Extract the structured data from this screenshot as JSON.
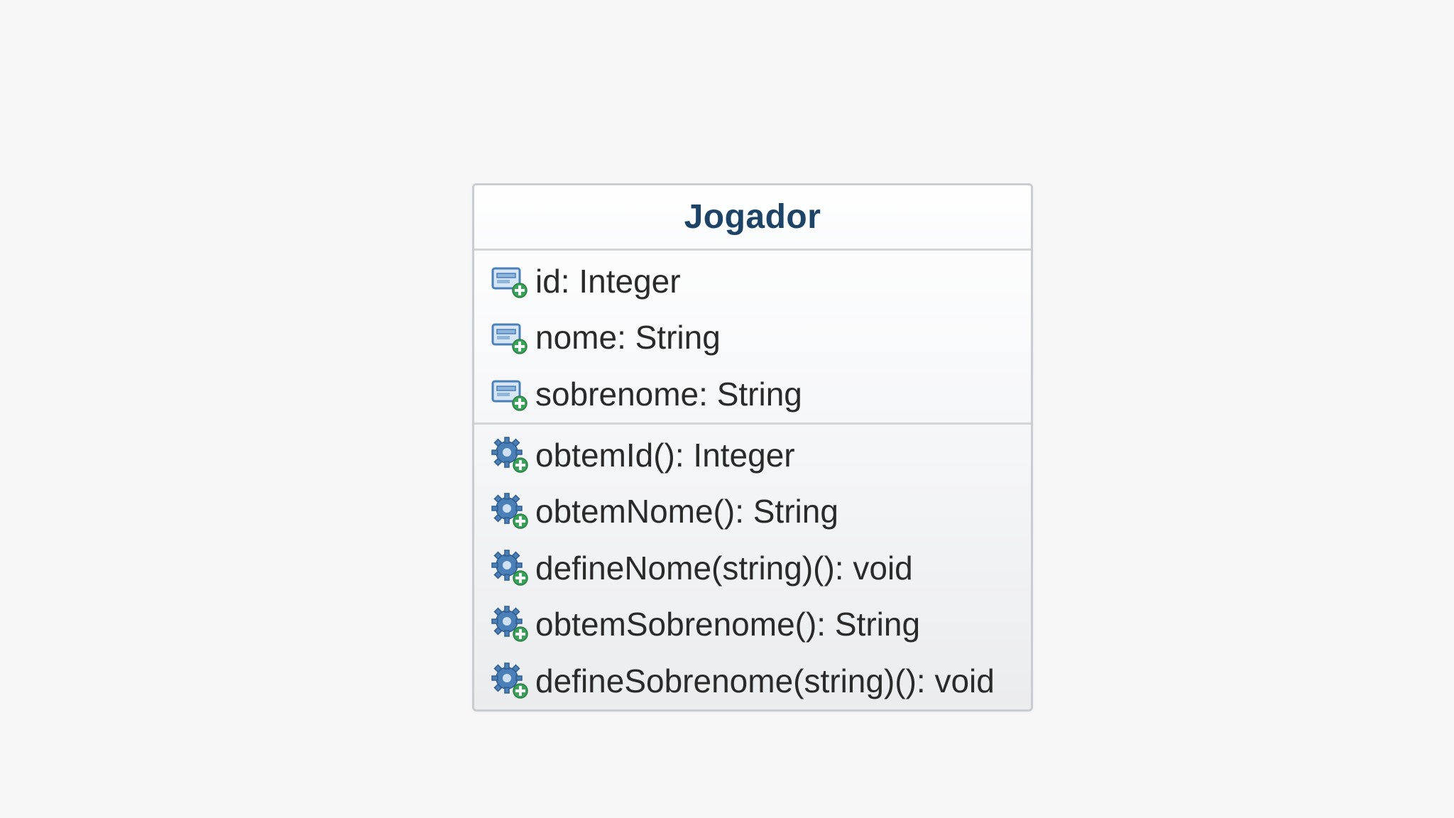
{
  "class_box": {
    "name": "Jogador",
    "attributes": [
      {
        "text": "id: Integer",
        "icon": "public-field-icon"
      },
      {
        "text": "nome: String",
        "icon": "public-field-icon"
      },
      {
        "text": "sobrenome: String",
        "icon": "public-field-icon"
      }
    ],
    "operations": [
      {
        "text": "obtemId(): Integer",
        "icon": "public-method-gear-icon"
      },
      {
        "text": "obtemNome(): String",
        "icon": "public-method-gear-icon"
      },
      {
        "text": "defineNome(string)(): void",
        "icon": "public-method-gear-icon"
      },
      {
        "text": "obtemSobrenome(): String",
        "icon": "public-method-gear-icon"
      },
      {
        "text": "defineSobrenome(string)(): void",
        "icon": "public-method-gear-icon"
      }
    ]
  },
  "colors": {
    "title": "#1d4466",
    "border": "#c9ccd1",
    "background": "#f7f7f8",
    "icon_blue": "#4a7fb8",
    "icon_green": "#3aa35a"
  }
}
